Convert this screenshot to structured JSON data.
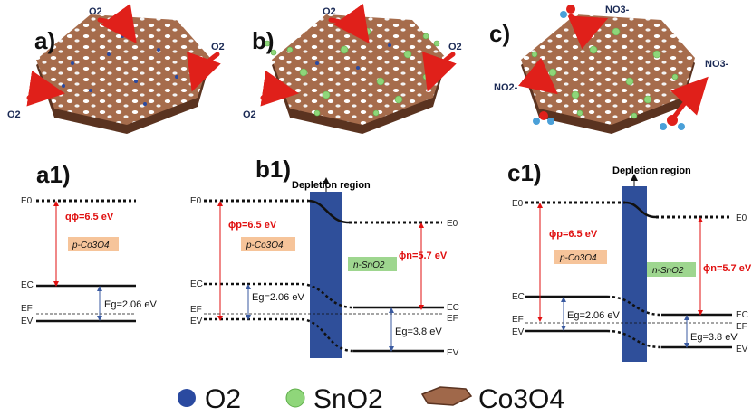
{
  "panels": {
    "a": "a)",
    "b": "b)",
    "c": "c)",
    "a1": "a1)",
    "b1": "b1)",
    "c1": "c1)"
  },
  "gases": {
    "o2": "O2",
    "no2": "NO2-",
    "no3": "NO3-"
  },
  "a1": {
    "e0": "E0",
    "ec": "EC",
    "ef": "EF",
    "ev": "EV",
    "phi": "qϕ=6.5 eV",
    "material": "p-Co3O4",
    "eg": "Eg=2.06 eV"
  },
  "b1": {
    "title": "Depletion region",
    "e0_left": "E0",
    "ec_left": "EC",
    "ef_left": "EF",
    "ev_left": "EV",
    "e0_right": "E0",
    "ec_right": "EC",
    "ef_right": "EF",
    "ev_right": "EV",
    "phi_p": "ϕp=6.5 eV",
    "phi_n": "ϕn=5.7 eV",
    "p_material": "p-Co3O4",
    "n_material": "n-SnO2",
    "eg_p": "Eg=2.06 eV",
    "eg_n": "Eg=3.8 eV"
  },
  "c1": {
    "title": "Depletion region",
    "e0_left": "E0",
    "ec_left": "EC",
    "ef_left": "EF",
    "ev_left": "EV",
    "e0_right": "E0",
    "ec_right": "EC",
    "ef_right": "EF",
    "ev_right": "EV",
    "phi_p": "ϕp=6.5 eV",
    "phi_n": "ϕn=5.7 eV",
    "p_material": "p-Co3O4",
    "n_material": "n-SnO2",
    "eg_p": "Eg=2.06 eV",
    "eg_n": "Eg=3.8 eV"
  },
  "legend": {
    "o2": "O2",
    "sno2": "SnO2",
    "co3o4": "Co3O4"
  },
  "colors": {
    "o2_dot": "#2a4aa0",
    "sno2_dot": "#8fd67a",
    "flake": "#a0684a",
    "flake_dark": "#5a3320",
    "arrow": "#e0201a",
    "phi": "#e01010",
    "gap_arrow": "#3a5aa0",
    "depletion": "#2f4f9a",
    "p_box": "#f6c49a",
    "n_box": "#9ed68f"
  }
}
